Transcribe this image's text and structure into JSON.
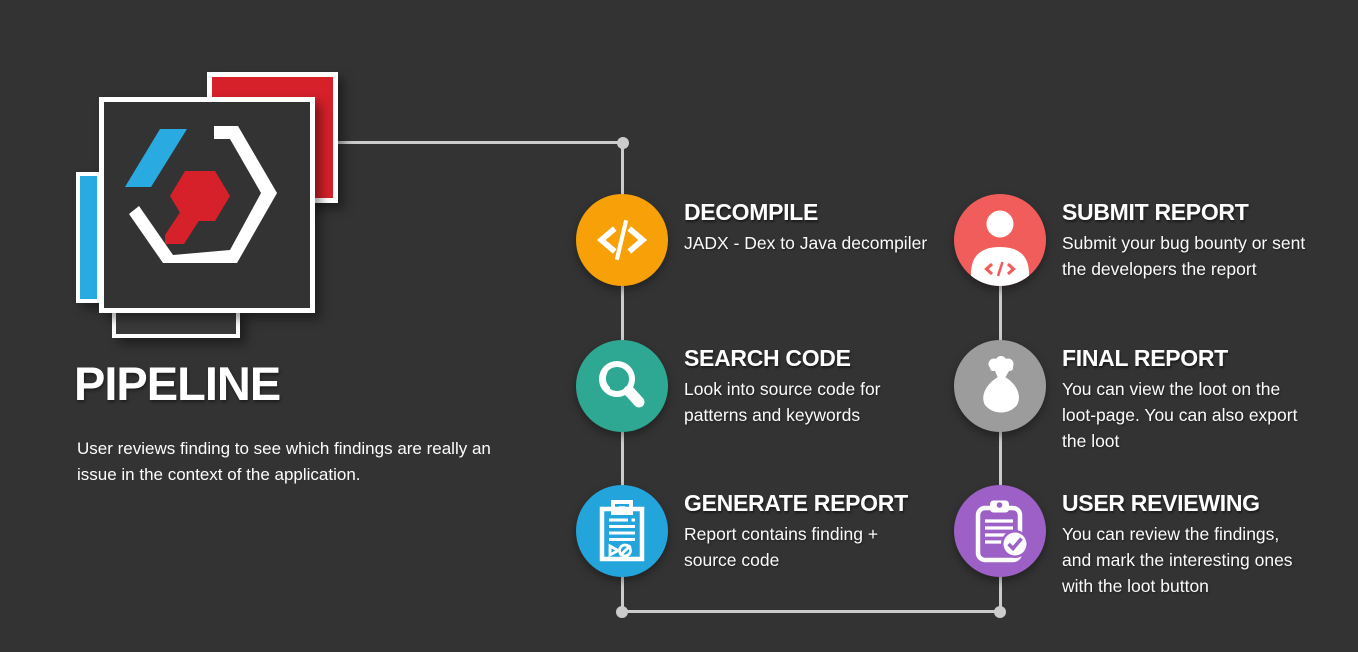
{
  "canvas": {
    "background": "#333333",
    "connector_color": "#cccccc",
    "text_color": "#ffffff"
  },
  "logo": {
    "name": "hexagon-code-logo",
    "colors": {
      "hex_red": "#d6202a",
      "hex_cyan": "#29abe2",
      "square_red": "#d6202a",
      "square_cyan": "#29abe2",
      "square_dark": "#3a3a3a",
      "border_white": "#ffffff"
    }
  },
  "intro": {
    "title": "PIPELINE",
    "description": "User reviews finding to see which findings are really an\nissue in the context of the application."
  },
  "steps": [
    {
      "id": "decompile",
      "title": "DECOMPILE",
      "description": "JADX - Dex to Java decompiler",
      "color": "#f7a007",
      "icon": "code-icon"
    },
    {
      "id": "search-code",
      "title": "SEARCH CODE",
      "description": "Look into source code for\npatterns and keywords",
      "color": "#2fa893",
      "icon": "search-icon"
    },
    {
      "id": "generate-report",
      "title": "GENERATE REPORT",
      "description": "Report contains finding +\nsource code",
      "color": "#23a5dc",
      "icon": "report-clipboard-icon"
    },
    {
      "id": "submit-report",
      "title": "SUBMIT REPORT",
      "description": "Submit your bug bounty or sent\nthe developers the report",
      "color": "#f05d5b",
      "icon": "person-code-icon"
    },
    {
      "id": "final-report",
      "title": "FINAL REPORT",
      "description": "You can view the loot on the\nloot-page. You can also export\nthe loot",
      "color": "#9c9c9c",
      "icon": "loot-bag-icon"
    },
    {
      "id": "user-reviewing",
      "title": "USER REVIEWING",
      "description": "You can review the findings,\nand mark the interesting ones\nwith the loot button",
      "color": "#9c60c6",
      "icon": "clipboard-check-icon"
    }
  ]
}
